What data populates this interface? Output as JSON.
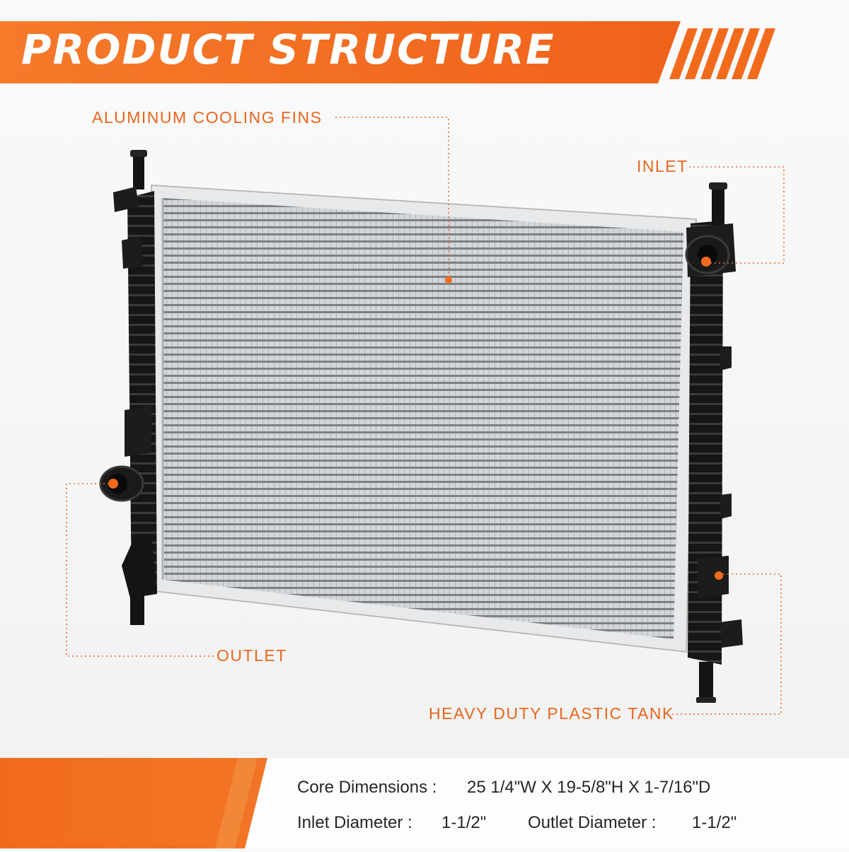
{
  "banner": {
    "title": "PRODUCT STRUCTURE"
  },
  "callouts": {
    "fins": "ALUMINUM COOLING FINS",
    "inlet": "INLET",
    "outlet": "OUTLET",
    "tank": "HEAVY DUTY PLASTIC TANK"
  },
  "specs": {
    "core_label": "Core Dimensions :",
    "core_value": "25 1/4\"W X 19-5/8\"H X 1-7/16\"D",
    "inlet_label": "Inlet Diameter :",
    "inlet_value": "1-1/2\"",
    "outlet_label": "Outlet Diameter :",
    "outlet_value": "1-1/2\""
  },
  "colors": {
    "accent": "#f26b1d",
    "accent_dark": "#e9661d",
    "tank": "#1a1a1a",
    "core": "#c9cccf"
  }
}
